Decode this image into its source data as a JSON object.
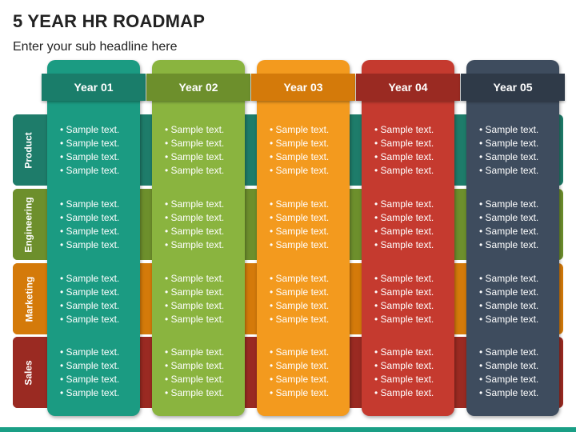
{
  "title": "5 YEAR HR ROADMAP",
  "subtitle": "Enter your sub headline here",
  "rows": [
    {
      "label": "Product",
      "color": "#1e7c6a",
      "label_color": "#1e7c6a"
    },
    {
      "label": "Engineering",
      "color": "#6d8f2c",
      "label_color": "#6d8f2c"
    },
    {
      "label": "Marketing",
      "color": "#d47a0a",
      "label_color": "#d47a0a"
    },
    {
      "label": "Sales",
      "color": "#9a2a22",
      "label_color": "#9a2a22"
    }
  ],
  "years": [
    {
      "label": "Year 01",
      "color": "#1b9b82",
      "header_color": "#1a7d6a"
    },
    {
      "label": "Year 02",
      "color": "#8ab43f",
      "header_color": "#6d8f2c"
    },
    {
      "label": "Year 03",
      "color": "#f39a1e",
      "header_color": "#d47a0a"
    },
    {
      "label": "Year 04",
      "color": "#c53a2f",
      "header_color": "#9a2a22"
    },
    {
      "label": "Year 05",
      "color": "#3e4c5e",
      "header_color": "#2f3a48"
    }
  ],
  "item_text": "Sample text.",
  "cells": [
    [
      [
        "Sample text.",
        "Sample text.",
        "Sample text.",
        "Sample text."
      ],
      [
        "Sample text.",
        "Sample text.",
        "Sample text.",
        "Sample text."
      ],
      [
        "Sample text.",
        "Sample text.",
        "Sample text.",
        "Sample text."
      ],
      [
        "Sample text.",
        "Sample text.",
        "Sample text.",
        "Sample text."
      ]
    ],
    [
      [
        "Sample text.",
        "Sample text.",
        "Sample text.",
        "Sample text."
      ],
      [
        "Sample text.",
        "Sample text.",
        "Sample text.",
        "Sample text."
      ],
      [
        "Sample text.",
        "Sample text.",
        "Sample text.",
        "Sample text."
      ],
      [
        "Sample text.",
        "Sample text.",
        "Sample text.",
        "Sample text."
      ]
    ],
    [
      [
        "Sample text.",
        "Sample text.",
        "Sample text.",
        "Sample text."
      ],
      [
        "Sample text.",
        "Sample text.",
        "Sample text.",
        "Sample text."
      ],
      [
        "Sample text.",
        "Sample text.",
        "Sample text.",
        "Sample text."
      ],
      [
        "Sample text.",
        "Sample text.",
        "Sample text.",
        "Sample text."
      ]
    ],
    [
      [
        "Sample text.",
        "Sample text.",
        "Sample text.",
        "Sample text."
      ],
      [
        "Sample text.",
        "Sample text.",
        "Sample text.",
        "Sample text."
      ],
      [
        "Sample text.",
        "Sample text.",
        "Sample text.",
        "Sample text."
      ],
      [
        "Sample text.",
        "Sample text.",
        "Sample text.",
        "Sample text."
      ]
    ],
    [
      [
        "Sample text.",
        "Sample text.",
        "Sample text.",
        "Sample text."
      ],
      [
        "Sample text.",
        "Sample text.",
        "Sample text.",
        "Sample text."
      ],
      [
        "Sample text.",
        "Sample text.",
        "Sample text.",
        "Sample text."
      ],
      [
        "Sample text.",
        "Sample text.",
        "Sample text.",
        "Sample text."
      ]
    ]
  ],
  "footer_color": "#1a9f86"
}
